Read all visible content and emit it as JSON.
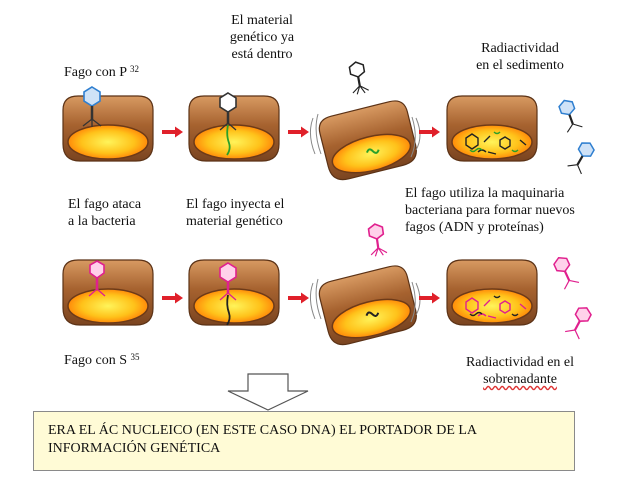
{
  "labels": {
    "p32_phage": "Fago con P",
    "p32_isotope": "32",
    "material_inside_1": "El material",
    "material_inside_2": "genético ya",
    "material_inside_3": "está dentro",
    "sediment_1": "Radiactividad",
    "sediment_2": "en el sedimento",
    "attack_1": "El fago ataca",
    "attack_2": "a la bacteria",
    "inject_1": "El fago inyecta el",
    "inject_2": "material genético",
    "machinery_1": "El fago utiliza la maquinaria",
    "machinery_2": "bacteriana para formar nuevos",
    "machinery_3": "fagos (ADN y proteínas)",
    "s35_phage": "Fago con S",
    "s35_isotope": "35",
    "supernatant_1": "Radiactividad en el",
    "supernatant_2": "sobrenadante"
  },
  "conclusion": {
    "line1": "ERA EL ÁC NUCLEICO (EN ESTE CASO DNA) EL PORTADOR DE LA",
    "line2": "INFORMACIÓN GENÉTICA"
  },
  "colors": {
    "p32_phage": "#2f7fd0",
    "s35_phage": "#e0208e",
    "arrow": "#e0202a",
    "bacteria_shell": "#9a5b2e",
    "bacteria_core": "#ffb300",
    "green_dna": "#2aa02a"
  }
}
